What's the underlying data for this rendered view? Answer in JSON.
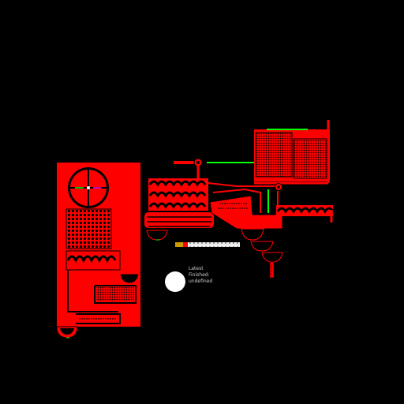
{
  "colors": {
    "background": "#000000",
    "machine": "#ff0000",
    "pipe_active": "#00ff00",
    "outline": "#000000",
    "ball": "#ffffff",
    "status_text": "#cccccc"
  },
  "status": {
    "line1": "Latest",
    "line2": "Finished:",
    "line3": "undefined"
  },
  "icons": {
    "ball": "white-circle",
    "dial": "crosshair-dial"
  }
}
